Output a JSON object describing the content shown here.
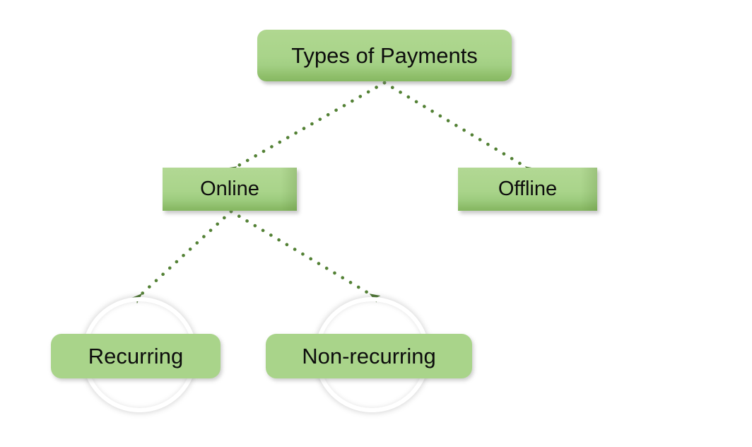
{
  "diagram": {
    "title": "Types of Payments",
    "type": "hierarchy-tree",
    "background_color": "#ffffff",
    "node_fill_color": "#a9d48a",
    "node_bevel_color": "#86b862",
    "connector_color": "#538135",
    "circle_color": "#ffffff",
    "text_color": "#0d0d0d",
    "nodes": [
      {
        "id": "root",
        "label": "Types of Payments",
        "level": 0,
        "shape": "rounded-rectangle",
        "has_circle": false
      },
      {
        "id": "online",
        "label": "Online",
        "level": 1,
        "shape": "rectangle",
        "has_circle": false
      },
      {
        "id": "offline",
        "label": "Offline",
        "level": 1,
        "shape": "rectangle",
        "has_circle": false
      },
      {
        "id": "recurring",
        "label": "Recurring",
        "level": 2,
        "shape": "rounded-rectangle",
        "has_circle": true
      },
      {
        "id": "nonrecurring",
        "label": "Non-recurring",
        "level": 2,
        "shape": "rounded-rectangle",
        "has_circle": true
      }
    ],
    "edges": [
      {
        "id": "root-online",
        "from": "Types of Payments",
        "to": "Online",
        "style": "dotted",
        "arrow": "triangle"
      },
      {
        "id": "root-offline",
        "from": "Types of Payments",
        "to": "Offline",
        "style": "dotted",
        "arrow": "triangle"
      },
      {
        "id": "online-recurring",
        "from": "Online",
        "to": "Recurring",
        "style": "dotted",
        "arrow": "triangle"
      },
      {
        "id": "online-nonrecurring",
        "from": "Online",
        "to": "Non-recurring",
        "style": "dotted",
        "arrow": "triangle"
      }
    ]
  }
}
